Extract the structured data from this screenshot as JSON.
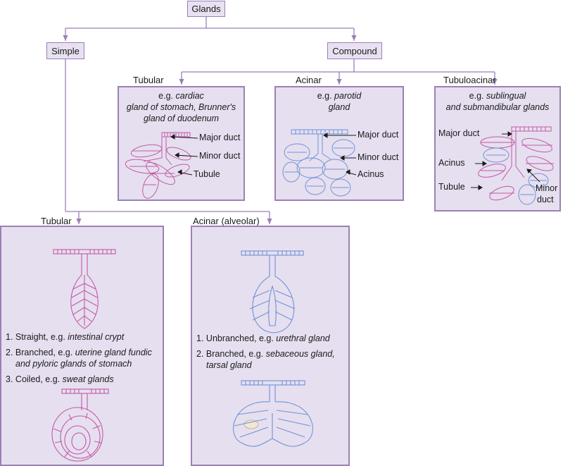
{
  "root": {
    "label": "Glands"
  },
  "simple": {
    "label": "Simple",
    "tubular": {
      "heading": "Tubular",
      "items": [
        {
          "num": "1.",
          "text": "Straight, e.g. ",
          "example": "intestinal crypt"
        },
        {
          "num": "2.",
          "text": "Branched, e.g. ",
          "example": "uterine gland fundic and pyloric glands of stomach"
        },
        {
          "num": "3.",
          "text": "Coiled, e.g. ",
          "example": "sweat glands"
        }
      ]
    },
    "acinar": {
      "heading": "Acinar (alveolar)",
      "items": [
        {
          "num": "1.",
          "text": "Unbranched, e.g. ",
          "example": "urethral gland"
        },
        {
          "num": "2.",
          "text": "Branched, e.g. ",
          "example": "sebaceous gland, tarsal gland"
        }
      ]
    }
  },
  "compound": {
    "label": "Compound",
    "tubular": {
      "heading": "Tubular",
      "eg": "e.g.",
      "example_l1": "cardiac",
      "example_l2": "gland of stomach, Brunner's",
      "example_l3": "gland of duodenum",
      "callouts": [
        "Major duct",
        "Minor duct",
        "Tubule"
      ]
    },
    "acinar": {
      "heading": "Acinar",
      "eg": "e.g.",
      "example_l1": "parotid",
      "example_l2": "gland",
      "callouts": [
        "Major duct",
        "Minor duct",
        "Acinus"
      ]
    },
    "tubuloacinar": {
      "heading": "Tubuloacinar",
      "eg": "e.g.",
      "example_l1": "sublingual",
      "example_l2": "and submandibular glands",
      "callouts": [
        "Major duct",
        "Acinus",
        "Tubule",
        "Minor",
        "duct"
      ]
    }
  },
  "colors": {
    "line": "#9b7fb8",
    "panel": "#e6dff0",
    "pink": "#c25aa6",
    "blue": "#6f93d6"
  }
}
